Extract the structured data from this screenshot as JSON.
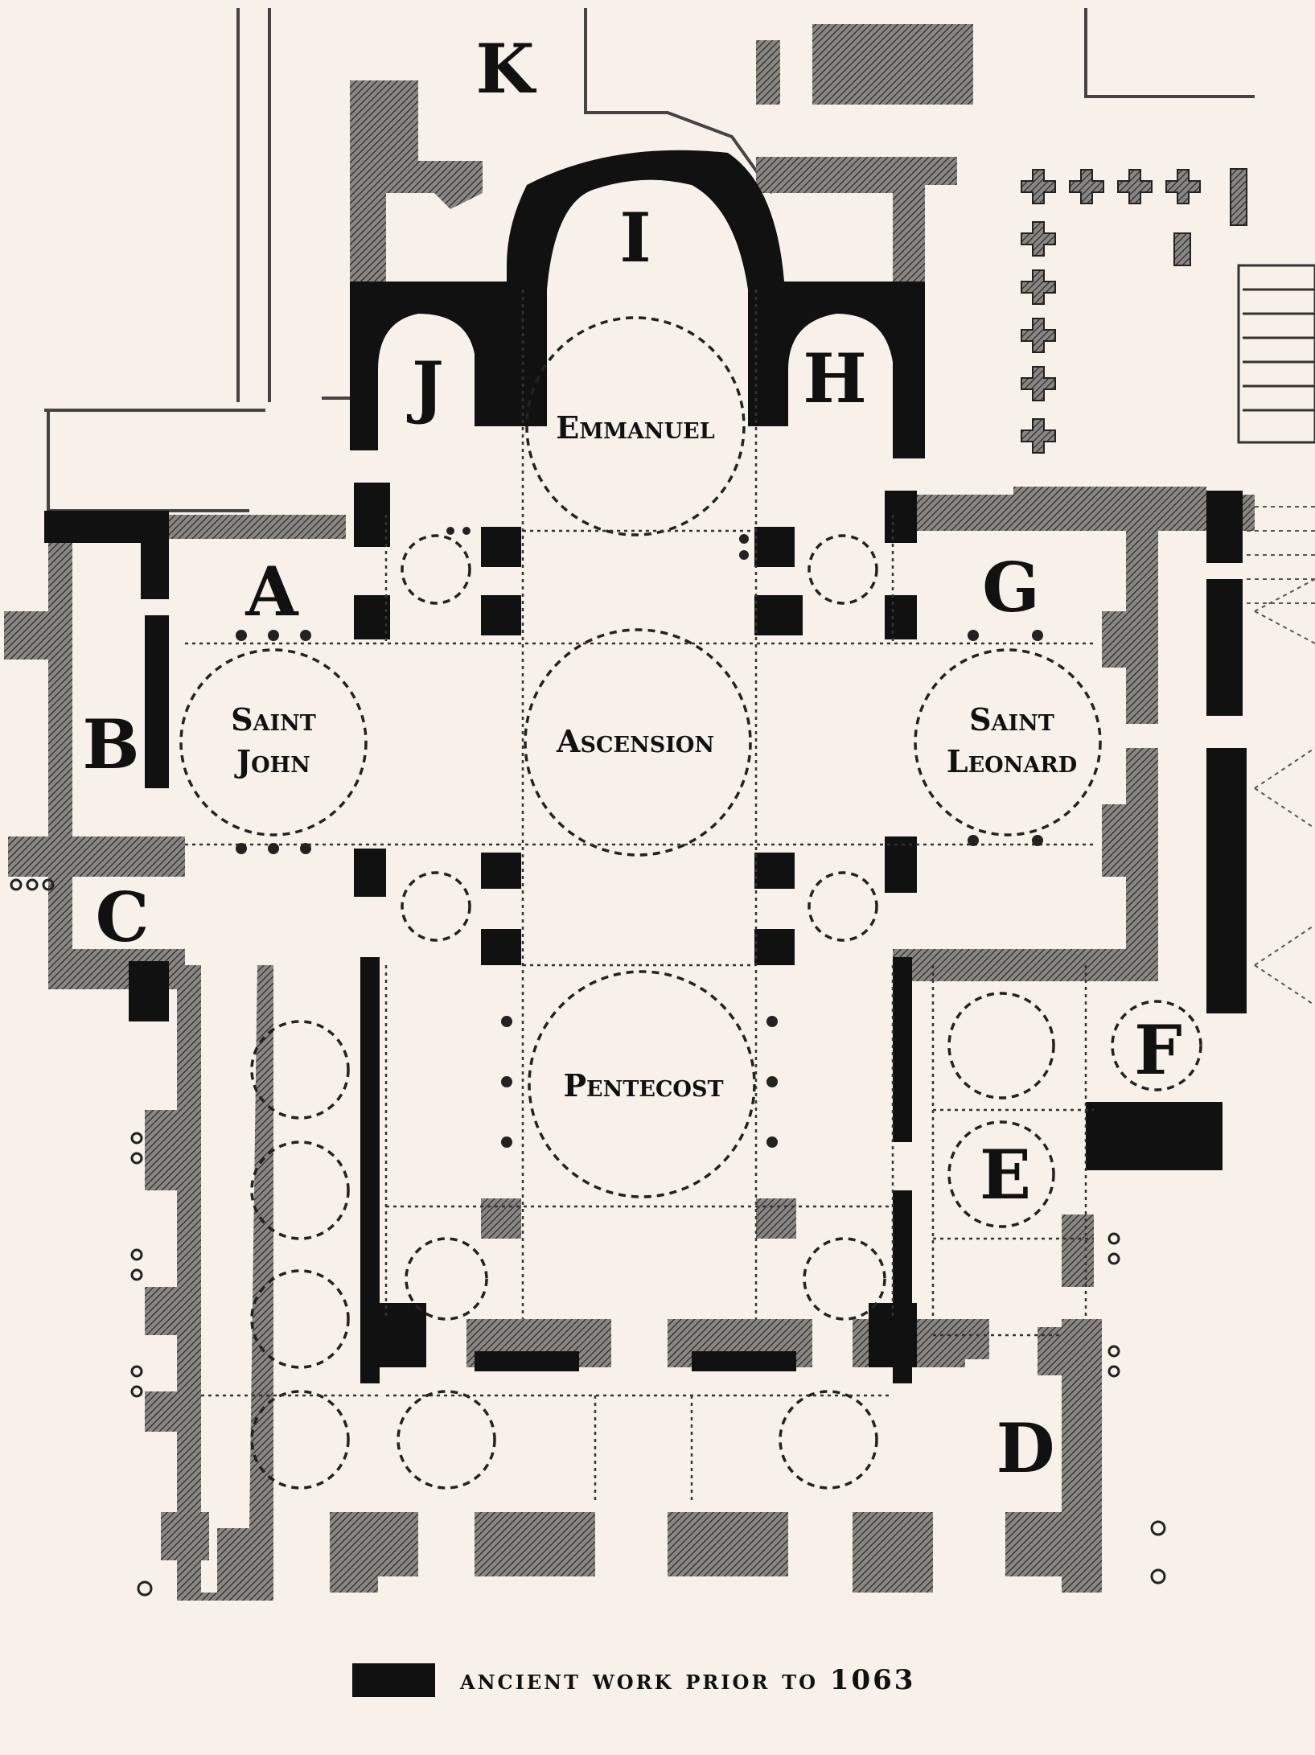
{
  "letters": [
    "K",
    "I",
    "J",
    "H",
    "A",
    "G",
    "B",
    "C",
    "F",
    "E",
    "D"
  ],
  "domes": {
    "emmanuel": "Emmanuel",
    "ascension": "Ascension",
    "saint_john": [
      "Saint",
      "John"
    ],
    "saint_leonard": [
      "Saint",
      "Leonard"
    ],
    "pentecost": "Pentecost"
  },
  "legend": {
    "label": "ancient work prior to 1063",
    "swatch_color": "#111111"
  },
  "colors": {
    "background": "#f7f1ea",
    "ink": "#111111",
    "hatch": "#555555"
  }
}
